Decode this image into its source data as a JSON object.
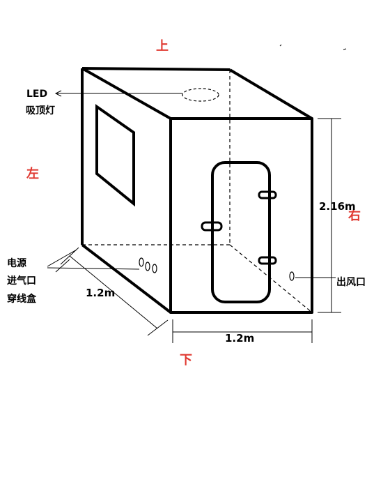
{
  "directions": {
    "top": "上",
    "bottom": "下",
    "left": "左",
    "right": "右"
  },
  "annotations": {
    "led_line1": "LED",
    "led_line2": "吸顶灯",
    "power_line1": "电源",
    "power_line2": "进气口",
    "power_line3": "穿线盒",
    "outlet": "出风口"
  },
  "dimensions": {
    "height": "2.16m",
    "depth": "1.2m",
    "width": "1.2m"
  },
  "colors": {
    "direction_label": "#e03a32",
    "lines": "#000000"
  }
}
